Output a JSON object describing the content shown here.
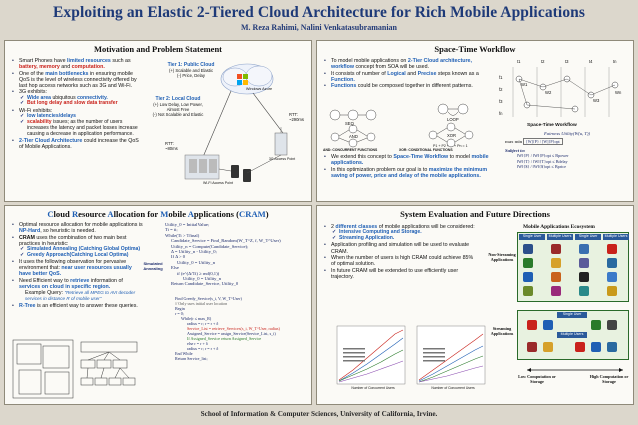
{
  "header": {
    "title": "Exploiting an Elastic 2-Tiered Cloud Architecture for Rich Mobile Applications",
    "authors": "M. Reza Rahimi, Nalini Venkatasubramanian"
  },
  "motivation": {
    "heading": "Motivation and Problem Statement",
    "b1_pre": "Smart Phones have ",
    "b1_hl1": "limited resources",
    "b1_mid": " such as ",
    "b1_hl2": "battery, memory",
    "b1_and": " and ",
    "b1_hl3": "computation.",
    "b2_pre": "One of the ",
    "b2_hl": "main bottlenecks",
    "b2_post": " in ensuring mobile QoS is the level of wireless connectivity offered by last hop access networks such as 3G and Wi-Fi.",
    "b3": "3G exhibits:",
    "b3_s1_pre": "Wide area",
    "b3_s1_post": " ubiquitous ",
    "b3_s1_hl": "connectivity.",
    "b3_s2": "But long delay and slow data transfer",
    "b4": "Wi-Fi exhibits:",
    "b4_s1": "low latencies/delays",
    "b4_s2_hl": "scalability",
    "b4_s2_post": " issues; as the number of users increases the latency and packet losses increase causing a decrease in application performance.",
    "b5_hl": "2-Tier Cloud Architecture",
    "b5_post": " could increase the QoS of Mobile Applications.",
    "d_tier1_title": "Tier 1: Public Cloud",
    "d_tier1_l1": "(+) Scalable and Elastic",
    "d_tier1_l2": "(-) Price, Delay",
    "d_tier2_title": "Tier 2: Local Cloud",
    "d_tier2_l1": "(+) Low Delay, Low Power,",
    "d_tier2_l2": "Almost Free",
    "d_tier2_l3": "(-) Not Scalable and Elastic",
    "d_windows": "Windows Azure",
    "d_rtt1": "RTT:",
    "d_rtt1v": "~290ms",
    "d_rtt2": "RTT:",
    "d_rtt2v": "~80ms",
    "d_wifi": "Wi-Fi Access Point",
    "d_3g": "3G Access Point"
  },
  "spacetime": {
    "heading": "Space-Time Workflow",
    "b1_pre": "To model mobile applications on ",
    "b1_hl": "2-Tier Cloud architecture, workflow",
    "b1_post": " concept from SOA will be used.",
    "b2_pre": "It consists of number of ",
    "b2_hl": "Logical",
    "b2_mid": " and ",
    "b2_hl2": "Precise",
    "b2_post": " steps known as a ",
    "b2_hl3": "Function.",
    "b3_hl": "Functions",
    "b3_post": " could be composed together in different patterns.",
    "seq": "SEQ",
    "and": "AND",
    "xor": "XOR",
    "loop": "LOOP",
    "and_label": "AND: CONCURRENT FUNCTIONS",
    "xor_label": "XOR: CONDITIONAL FUNCTIONS",
    "prob_eq": "P1 + P2 + ... + Pn = 1",
    "b4_pre": "We extend this concept to ",
    "b4_hl": "Space-Time Workflow",
    "b4_post": " to model ",
    "b4_hl2": "mobile applications.",
    "b5_pre": "In this optimization problem our goal is to ",
    "b5_hl": "maximize the minimum saving of power, price and delay of the mobile applications.",
    "wf_title": "Space-Time Workflow",
    "fairness": "Fairness Utility(W(u, T))",
    "max_min": "max min",
    "subject_to": "Subject to:",
    "t1": "t1",
    "t2": "t2",
    "t3": "t3",
    "t4": "t4",
    "tn": "tn",
    "f1": "f1",
    "f2": "f2",
    "f3": "f3",
    "fn": "fn",
    "w1": "W1",
    "w2": "W2",
    "w3": "W3",
    "wn": "Wn"
  },
  "cram": {
    "heading_c": "C",
    "heading_1": "loud ",
    "heading_r": "R",
    "heading_2": "esource ",
    "heading_a": "A",
    "heading_3": "llocation for ",
    "heading_m": "M",
    "heading_4": "obile ",
    "heading_a2": "A",
    "heading_5": "pplications (",
    "heading_ab": "CRAM",
    "heading_6": ")",
    "b1_pre": "Optimal resource allocation for mobile applications is ",
    "b1_hl": "NP-Hard",
    "b1_post": ", so heuristic is needed.",
    "b2_pre": "CRAM",
    "b2_post": " uses the combination of two main best practices in heuristic:",
    "b2_s1": "Simulated Annealing (Catching Global Optima)",
    "b2_s2": "Greedy Approach(Catching Local Optima)",
    "b3_pre": "It uses the following observation for pervasive environment that: ",
    "b3_hl": "near user resources usually have better QoS.",
    "b4_pre": "Need Efficient way to ",
    "b4_hl": "retrieve",
    "b4_mid": " information of ",
    "b4_hl2": "services on cloud in specific region.",
    "b4_ex": "Example Query: ",
    "b4_note": "\"Retrieve all MPEG to AVI decoder services in distance R of mobile user\"",
    "b5_hl": "R-Tree",
    "b5_post": " is an efficient way to answer these queries.",
    "sa_label": "Simulated Annealing",
    "gr_label": "Greedy",
    "algo1": [
      "Utility_0 = InitialValue;",
      "Ti = ti;",
      "While(Ti > Tfinal)",
      "Candidate_Service = Find_Random(W_T^Z, f, W_T^User)",
      "Utility_n = Compute(Candidate_Service);",
      "Δ = Utility_n - Utility_0;",
      "If Δ > 0",
      "Utility_0 = Utility_n",
      "Else",
      "if (e^(Δ/Ti) ≥ rnd(0,1))",
      "Utility_0 = Utility_n",
      "Return Candidate_Service, Utility_0"
    ],
    "algo2": [
      "Find Greedy_Service(s_i, V, W_T^User)",
      "// Only uses initial user location",
      "Begin",
      "r = 0;",
      "While(r ≤ max_R)",
      "radius = r; r = r + δ",
      "Service_List = retrieve_Services(s_i, W_T^User, radius)",
      "Assigned_Service = assign_Service(Service_List, s_i)",
      "If Assigned_Service return Assigned_Service",
      "else r = r + δ",
      "radius = r; r = r + δ",
      "End While",
      "Return Service_list;"
    ]
  },
  "system": {
    "heading": "System Evaluation and Future Directions",
    "b1_pre": "2 ",
    "b1_hl": "different classes",
    "b1_post": " of mobile applications will be considered:",
    "b1_s1": "Intensive Computing and Storage.",
    "b1_s2": "Streaming Application.",
    "b2": "Application profiling and simulation will be used to evaluate CRAM.",
    "b3": "When the number of users is high CRAM could achieve 85% of optimal solution.",
    "b4": "In future CRAM will be extended to use efficiently user trajectory.",
    "eco_title": "Mobile Applications Ecosystem",
    "non_streaming": "Non-Streaming Applications",
    "streaming": "Streaming Applications",
    "single_user": "Single User",
    "multiple_users": "Multiple Users",
    "low_comp": "Low Computation or Storage",
    "high_comp": "High Computation or Storage",
    "chart1_x": "Number of Concurrent Users",
    "chart2_x": "Number of Concurrent Users"
  },
  "footer": {
    "text": "School of Information & Computer Sciences, University of California, Irvine."
  }
}
